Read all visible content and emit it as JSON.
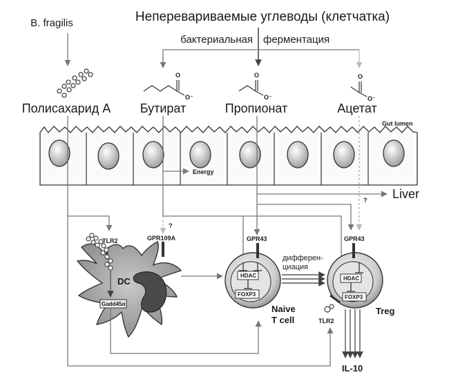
{
  "title": "Неперевариваемые углеводы (клетчатка)",
  "fermentation_left": "бактериальная",
  "fermentation_right": "ферментация",
  "bacterium": "B. fragilis",
  "metabolites": {
    "psa": "Полисахарид А",
    "butyrate": "Бутират",
    "propionate": "Пропионат",
    "acetate": "Ацетат"
  },
  "carboxylate_charge": "O⁻",
  "carbonyl_o": "O",
  "gut_lumen": "Gut lumen",
  "energy": "Energy",
  "liver": "Liver",
  "question_mark": "?",
  "receptors": {
    "tlr2_dc": "TLR2",
    "gpr109a": "GPR109A",
    "gpr43_naive": "GPR43",
    "gpr43_treg": "GPR43",
    "tlr2_treg": "TLR2"
  },
  "dc_label": "DC",
  "gadd45a": "Gadd45α",
  "hdac": "HDAC",
  "foxp3": "FOXP3",
  "naive_label_1": "Naive",
  "naive_label_2": "T cell",
  "differentiation_1": "дифферен-",
  "differentiation_2": "циация",
  "treg_label": "Treg",
  "il10": "IL-10"
}
